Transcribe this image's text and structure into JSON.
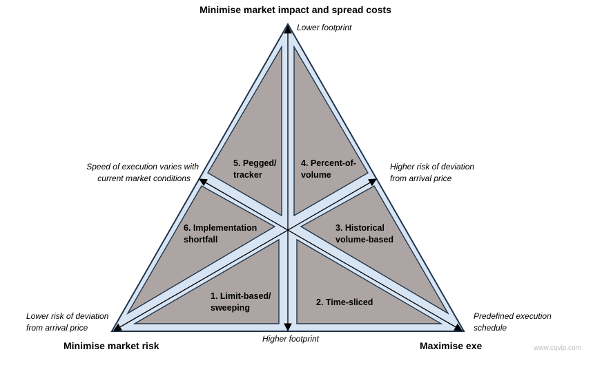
{
  "titles": {
    "top": "Minimise market impact and spread costs",
    "bottom_left": "Minimise market risk",
    "bottom_right": "Maximise exe"
  },
  "notes": {
    "top": "Lower footprint",
    "bottom": "Higher footprint",
    "left_mid": [
      "Speed of execution varies with",
      "current market conditions"
    ],
    "right_mid": [
      "Higher risk of deviation",
      "from arrival price"
    ],
    "bottom_left": [
      "Lower risk of deviation",
      "from arrival price"
    ],
    "bottom_right": [
      "Predefined execution",
      "schedule"
    ]
  },
  "segments": [
    {
      "id": "pegged",
      "label": [
        "5. Pegged/",
        "tracker"
      ]
    },
    {
      "id": "percent-of-volume",
      "label": [
        "4. Percent-of-",
        "volume"
      ]
    },
    {
      "id": "implementation-shortfall",
      "label": [
        "6. Implementation",
        "shortfall"
      ]
    },
    {
      "id": "historical-volume",
      "label": [
        "3. Historical",
        "volume-based"
      ]
    },
    {
      "id": "limit-based",
      "label": [
        "1. Limit-based/",
        "sweeping"
      ]
    },
    {
      "id": "time-sliced",
      "label": [
        "2. Time-sliced"
      ]
    }
  ],
  "watermark": "www.cqvip.com",
  "colors": {
    "segment_fill": "#ada5a3",
    "band_fill": "#d6e4f4",
    "outline": "#203448",
    "arrow": "#000000"
  }
}
